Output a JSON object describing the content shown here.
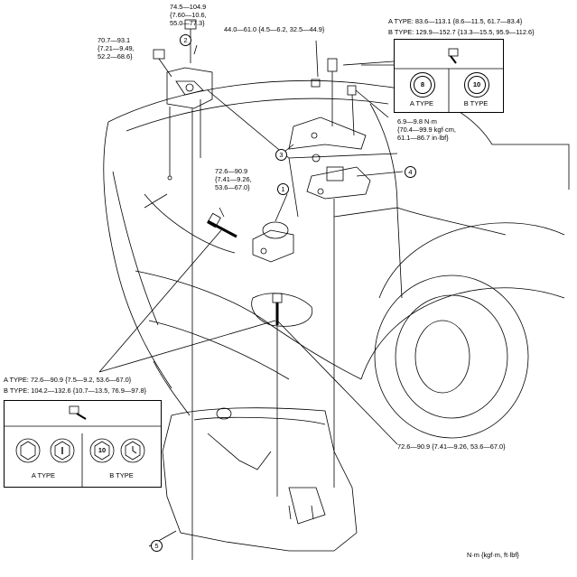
{
  "torque": {
    "t1": "74.5—104.9\n{7.60—10.6,\n55.0—77.3}",
    "t2": "70.7—93.1\n{7.21—9.49,\n52.2—68.6}",
    "t3": "44.0—61.0 {4.5—6.2, 32.5—44.9}",
    "t4_a": "A TYPE: 83.6—113.1 {8.6—11.5, 61.7—83.4}",
    "t4_b": "B TYPE: 129.9—152.7 {13.3—15.5, 95.9—112.6}",
    "t5": "6.9—9.8 N·m\n{70.4—99.9 kgf·cm,\n61.1—86.7 in·lbf}",
    "t6": "72.6—90.9\n{7.41—9.26,\n53.6—67.0}",
    "t7_a": "A TYPE: 72.6—90.9 {7.5—9.2, 53.6—67.0}",
    "t7_b": "B TYPE: 104.2—132.6 {10.7—13.5, 76.9—97.8}",
    "t8": "72.6—90.9 {7.41—9.26, 53.6—67.0}",
    "unit": "N·m {kgf·m, ft·lbf}"
  },
  "callouts": {
    "c1": "1",
    "c2": "2",
    "c3": "3",
    "c4": "4",
    "c5": "5"
  },
  "box_top": {
    "mark_a": "8",
    "mark_b": "10",
    "label_a": "A TYPE",
    "label_b": "B TYPE"
  },
  "box_bottom": {
    "mark_b": "10",
    "label_a": "A TYPE",
    "label_b": "B TYPE"
  }
}
